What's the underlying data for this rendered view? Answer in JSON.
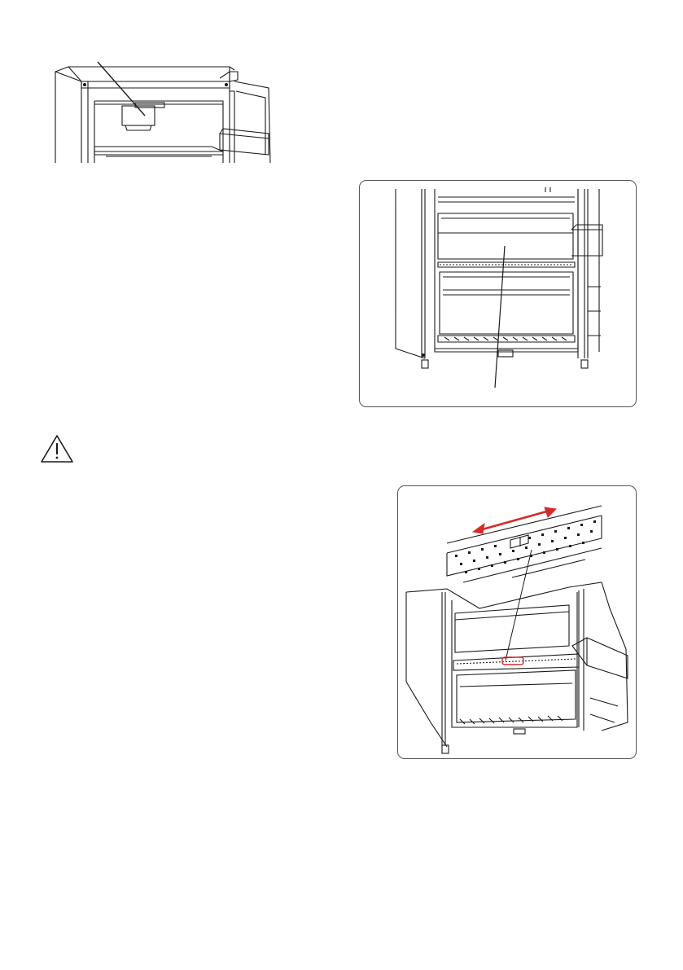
{
  "page": {
    "background": "#ffffff",
    "line_color": "#1a1a1a",
    "accent_color": "#d62a2a"
  },
  "figures": [
    {
      "id": "top-unit-illustration",
      "icon": "ceiling-light-unit-drawing"
    },
    {
      "id": "freezer-drawers-illustration",
      "icon": "freezer-drawers-drawing"
    },
    {
      "id": "warning",
      "icon": "warning-triangle-icon"
    },
    {
      "id": "air-vent-slider-illustration",
      "icon": "vent-slider-drawing"
    }
  ]
}
